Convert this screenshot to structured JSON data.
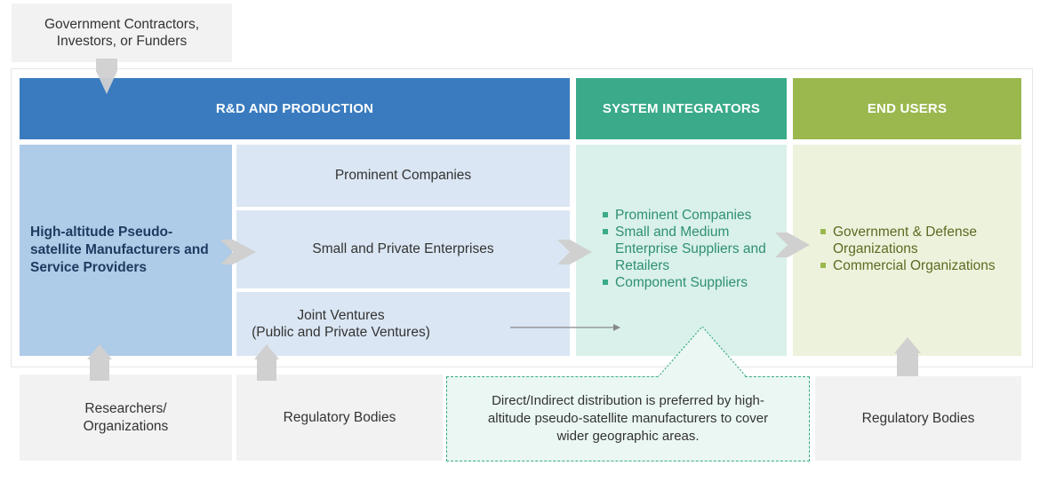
{
  "top_box": {
    "text": "Government Contractors,\nInvestors, or Funders"
  },
  "headers": {
    "rd": "R&D AND PRODUCTION",
    "system": "SYSTEM INTEGRATORS",
    "end": "END USERS"
  },
  "manufacturers": {
    "text": "High-altitude Pseudo-\nsatellite Manufacturers and\nService Providers"
  },
  "rd_rows": [
    {
      "text": "Prominent Companies"
    },
    {
      "text": "Small and Private Enterprises"
    },
    {
      "text": "Joint Ventures\n(Public and Private Ventures)"
    }
  ],
  "system_integrators": {
    "items": [
      "Prominent Companies",
      "Small and Medium Enterprise Suppliers and Retailers",
      "Component Suppliers"
    ]
  },
  "end_users": {
    "items": [
      "Government & Defense Organizations",
      "Commercial Organizations"
    ]
  },
  "bottom_boxes": {
    "researchers": "Researchers/\nOrganizations",
    "regulatory_1": "Regulatory Bodies",
    "regulatory_2": "Regulatory Bodies"
  },
  "callout": {
    "text": "Direct/Indirect distribution is preferred by high-altitude pseudo-satellite manufacturers to cover wider geographic areas."
  },
  "colors": {
    "rd_header": "#3a7bbf",
    "system_header": "#3aaa8a",
    "end_header": "#9ab84e",
    "manufacturer_fill": "#aecbe8",
    "rd_row_fill": "#dae6f3",
    "system_fill": "#d9f1ea",
    "end_fill": "#edf2dc",
    "gray_fill": "#f2f2f2",
    "arrow_gray": "#d0d0d0",
    "callout_border": "#3aaa8a",
    "callout_fill": "#eaf7f2"
  }
}
